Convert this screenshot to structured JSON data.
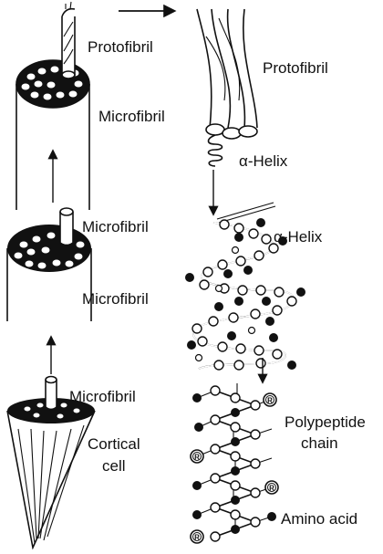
{
  "labels": {
    "protofibril_left": "Protofibril",
    "microfibril_top": "Microfibril",
    "protofibril_right": "Protofibril",
    "alpha_helix_small": "α-Helix",
    "microfibril_mid_label": "Microfibril",
    "alpha_helix_main": "α-Helix",
    "microfibril_cylinder": "Microfibril",
    "microfibril_bottom": "Microfibril",
    "polypeptide_line1": "Polypeptide",
    "polypeptide_line2": "chain",
    "cortical_line1": "Cortical",
    "cortical_line2": "cell",
    "amino_acid": "Amino acid"
  },
  "residue_marker": "R",
  "colors": {
    "ink": "#111111",
    "background": "#ffffff"
  }
}
